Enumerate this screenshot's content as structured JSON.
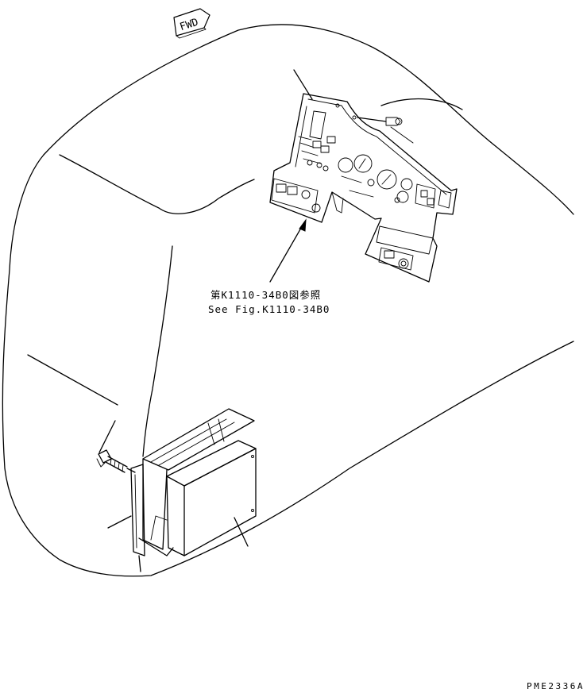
{
  "labels": {
    "fwd": "FWD",
    "reference_jp": "第K1110-34B0図参照",
    "reference_en": "See Fig.K1110-34B0",
    "drawing_code": "PME2336A"
  },
  "colors": {
    "line": "#000000",
    "background": "#ffffff"
  }
}
